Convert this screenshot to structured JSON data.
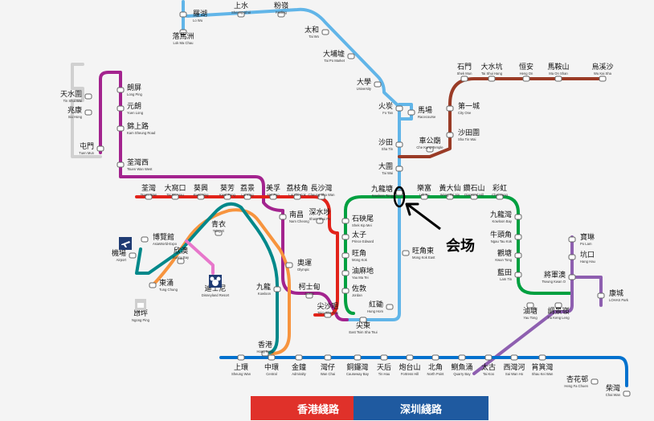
{
  "colors": {
    "east_rail": "#61b5e8",
    "tsuen_wan": "#e2231a",
    "kwun_tong": "#00a040",
    "island": "#0071ce",
    "tseung_kwan_o": "#8e5fb0",
    "tung_chung": "#f7943e",
    "airport_express": "#00888a",
    "disney": "#e777cb",
    "west_rail": "#a3238e",
    "light_rail": "#d0d0d0",
    "annotation": "#000000"
  },
  "annotation": {
    "label": "会场"
  },
  "buttons": {
    "hk_line": "香港綫路",
    "sz_line": "深圳綫路"
  },
  "stations": [
    {
      "zh": "羅湖",
      "en": "Lo Wu"
    },
    {
      "zh": "上水",
      "en": "Sheung Shui"
    },
    {
      "zh": "粉嶺",
      "en": "Fanling"
    },
    {
      "zh": "落馬洲",
      "en": "Lok Ma Chau"
    },
    {
      "zh": "太和",
      "en": "Tai Wo"
    },
    {
      "zh": "大埔墟",
      "en": "Tai Po Market"
    },
    {
      "zh": "大學",
      "en": "University"
    },
    {
      "zh": "火炭",
      "en": "Fo Tan"
    },
    {
      "zh": "馬場",
      "en": "Racecourse"
    },
    {
      "zh": "沙田",
      "en": "Sha Tin"
    },
    {
      "zh": "車公廟",
      "en": "Che Kung Temple"
    },
    {
      "zh": "大圍",
      "en": "Tai Wai"
    },
    {
      "zh": "九龍塘",
      "en": "Kowloon Tong"
    },
    {
      "zh": "旺角東",
      "en": "Mong Kok East"
    },
    {
      "zh": "紅磡",
      "en": "Hung Hom"
    },
    {
      "zh": "尖東",
      "en": "East Tsim Sha Tsui"
    },
    {
      "zh": "烏溪沙",
      "en": "Wu Kai Sha"
    },
    {
      "zh": "馬鞍山",
      "en": "Ma On Shan"
    },
    {
      "zh": "恒安",
      "en": "Heng On"
    },
    {
      "zh": "大水坑",
      "en": "Tai Shui Hang"
    },
    {
      "zh": "石門",
      "en": "Shek Mun"
    },
    {
      "zh": "第一城",
      "en": "City One"
    },
    {
      "zh": "沙田圍",
      "en": "Sha Tin Wai"
    },
    {
      "zh": "天水圍",
      "en": "Tin Shui Wai"
    },
    {
      "zh": "兆康",
      "en": "Siu Hong"
    },
    {
      "zh": "屯門",
      "en": "Tuen Mun"
    },
    {
      "zh": "朗屏",
      "en": "Long Ping"
    },
    {
      "zh": "元朗",
      "en": "Yuen Long"
    },
    {
      "zh": "錦上路",
      "en": "Kam Sheung Road"
    },
    {
      "zh": "荃灣西",
      "en": "Tsuen Wan West"
    },
    {
      "zh": "荃灣",
      "en": "Tsuen Wan"
    },
    {
      "zh": "大窩口",
      "en": "Tai Wo Hau"
    },
    {
      "zh": "葵興",
      "en": "Kwai Hing"
    },
    {
      "zh": "葵芳",
      "en": "Kwai Fong"
    },
    {
      "zh": "荔景",
      "en": "Lai King"
    },
    {
      "zh": "美孚",
      "en": "Mei Foo"
    },
    {
      "zh": "荔枝角",
      "en": "Lai Chi Kok"
    },
    {
      "zh": "長沙灣",
      "en": "Cheung Sha Wan"
    },
    {
      "zh": "深水埗",
      "en": "Sham Shui Po"
    },
    {
      "zh": "石硤尾",
      "en": "Shek Kip Mei"
    },
    {
      "zh": "太子",
      "en": "Prince Edward"
    },
    {
      "zh": "旺角",
      "en": "Mong Kok"
    },
    {
      "zh": "油麻地",
      "en": "Yau Ma Tei"
    },
    {
      "zh": "佐敦",
      "en": "Jordan"
    },
    {
      "zh": "尖沙咀",
      "en": "Tsim Sha Tsui"
    },
    {
      "zh": "柯士甸",
      "en": "Austin"
    },
    {
      "zh": "奧運",
      "en": "Olympic"
    },
    {
      "zh": "南昌",
      "en": "Nam Cheong"
    },
    {
      "zh": "九龍",
      "en": "Kowloon"
    },
    {
      "zh": "香港",
      "en": "Hong Kong"
    },
    {
      "zh": "青衣",
      "en": "Tsing Yi"
    },
    {
      "zh": "博覽館",
      "en": "AsiaWorld-Expo"
    },
    {
      "zh": "機場",
      "en": "Airport"
    },
    {
      "zh": "欣澳",
      "en": "Sunny Bay"
    },
    {
      "zh": "東涌",
      "en": "Tung Chung"
    },
    {
      "zh": "迪士尼",
      "en": "Disneyland Resort"
    },
    {
      "zh": "樂富",
      "en": "Lok Fu"
    },
    {
      "zh": "黃大仙",
      "en": "Wong Tai Sin"
    },
    {
      "zh": "鑽石山",
      "en": "Diamond Hill"
    },
    {
      "zh": "彩虹",
      "en": "Choi Hung"
    },
    {
      "zh": "九龍灣",
      "en": "Kowloon Bay"
    },
    {
      "zh": "牛頭角",
      "en": "Ngau Tau Kok"
    },
    {
      "zh": "觀塘",
      "en": "Kwun Tong"
    },
    {
      "zh": "藍田",
      "en": "Lam Tin"
    },
    {
      "zh": "油塘",
      "en": "Yau Tong"
    },
    {
      "zh": "調景嶺",
      "en": "Tiu Keng Leng"
    },
    {
      "zh": "寶琳",
      "en": "Po Lam"
    },
    {
      "zh": "坑口",
      "en": "Hang Hau"
    },
    {
      "zh": "將軍澳",
      "en": "Tseung Kwan O"
    },
    {
      "zh": "康城",
      "en": "LOHAS Park"
    },
    {
      "zh": "上環",
      "en": "Sheung Wan"
    },
    {
      "zh": "中環",
      "en": "Central"
    },
    {
      "zh": "金鐘",
      "en": "Admiralty"
    },
    {
      "zh": "灣仔",
      "en": "Wan Chai"
    },
    {
      "zh": "銅鑼灣",
      "en": "Causeway Bay"
    },
    {
      "zh": "天后",
      "en": "Tin Hau"
    },
    {
      "zh": "炮台山",
      "en": "Fortress Hill"
    },
    {
      "zh": "北角",
      "en": "North Point"
    },
    {
      "zh": "鰂魚涌",
      "en": "Quarry Bay"
    },
    {
      "zh": "太古",
      "en": "Tai Koo"
    },
    {
      "zh": "西灣河",
      "en": "Sai Wan Ho"
    },
    {
      "zh": "筲箕灣",
      "en": "Shau Kei Wan"
    },
    {
      "zh": "杏花邨",
      "en": "Heng Fa Chuen"
    },
    {
      "zh": "柴灣",
      "en": "Chai Wan"
    },
    {
      "zh": "昂坪",
      "en": "Ngong Ping"
    }
  ]
}
